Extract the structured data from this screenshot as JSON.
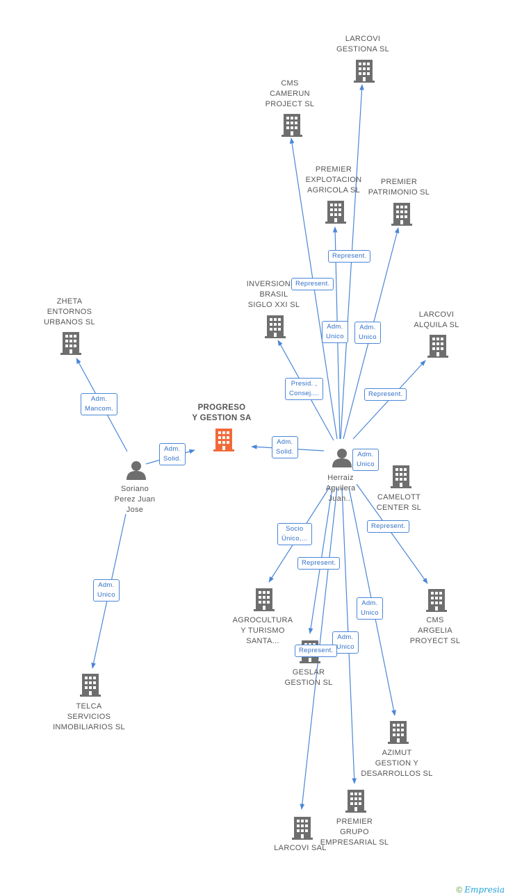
{
  "colors": {
    "edge": "#4a86d8",
    "building": "#6e6e6e",
    "focus_building": "#f26a3a",
    "person": "#6e6e6e"
  },
  "nodes": {
    "larcovi_gestiona": {
      "label": "LARCOVI\nGESTIONA SL",
      "icon": "building-icon"
    },
    "cms_camerun": {
      "label": "CMS\nCAMERUN\nPROJECT SL",
      "icon": "building-icon"
    },
    "premier_explotacion": {
      "label": "PREMIER\nEXPLOTACION\nAGRICOLA SL",
      "icon": "building-icon"
    },
    "premier_patrimonio": {
      "label": "PREMIER\nPATRIMONIO SL",
      "icon": "building-icon"
    },
    "inversiones_brasil": {
      "label": "INVERSIONES\nBRASIL\nSIGLO XXI SL",
      "icon": "building-icon"
    },
    "larcovi_alquila": {
      "label": "LARCOVI\nALQUILA SL",
      "icon": "building-icon"
    },
    "zheta": {
      "label": "ZHETA\nENTORNOS\nURBANOS SL",
      "icon": "building-icon"
    },
    "progreso": {
      "label": "PROGRESO\nY GESTION SA",
      "icon": "building-icon"
    },
    "soriano": {
      "label": "Soriano\nPerez Juan\nJose",
      "icon": "person-icon"
    },
    "herraiz": {
      "label": "Herraiz\nAguilera\nJuan...",
      "icon": "person-icon"
    },
    "camelott": {
      "label": "CAMELOTT\nCENTER SL",
      "icon": "building-icon"
    },
    "agrocultura": {
      "label": "AGROCULTURA\nY TURISMO\nSANTA...",
      "icon": "building-icon"
    },
    "cms_argelia": {
      "label": "CMS\nARGELIA\nPROYECT SL",
      "icon": "building-icon"
    },
    "geslar": {
      "label": "GESLAR\nGESTION SL",
      "icon": "building-icon"
    },
    "telca": {
      "label": "TELCA\nSERVICIOS\nINMOBILIARIOS SL",
      "icon": "building-icon"
    },
    "azimut": {
      "label": "AZIMUT\nGESTION Y\nDESARROLLOS SL",
      "icon": "building-icon"
    },
    "premier_grupo": {
      "label": "PREMIER\nGRUPO\nEMPRESARIAL SL",
      "icon": "building-icon"
    },
    "larcovi_sal": {
      "label": "LARCOVI SAL",
      "icon": "building-icon"
    }
  },
  "edge_labels": {
    "represent_explotacion": "Represent.",
    "represent_inversiones": "Represent.",
    "adm_unico_camerun": "Adm.\nUnico",
    "adm_unico_patrimonio": "Adm.\nUnico",
    "presid_consej": "Presid. ,\nConsej....",
    "represent_alquila": "Represent.",
    "adm_mancom": "Adm.\nMancom.",
    "adm_solid_soriano": "Adm.\nSolid.",
    "adm_solid_herraiz": "Adm.\nSolid.",
    "adm_unico_herraiz": "Adm.\nUnico",
    "represent_camelott": "Represent.",
    "socio_unico": "Socio\nÚnico,...",
    "represent_geslar": "Represent.",
    "adm_unico_azimut": "Adm.\nUnico",
    "adm_unico_grupo": "Adm.\nUnico",
    "represent_larcovi_sal": "Represent.",
    "adm_unico_telca": "Adm.\nUnico"
  },
  "brand": {
    "copyright": "©",
    "name": "Empresia"
  }
}
